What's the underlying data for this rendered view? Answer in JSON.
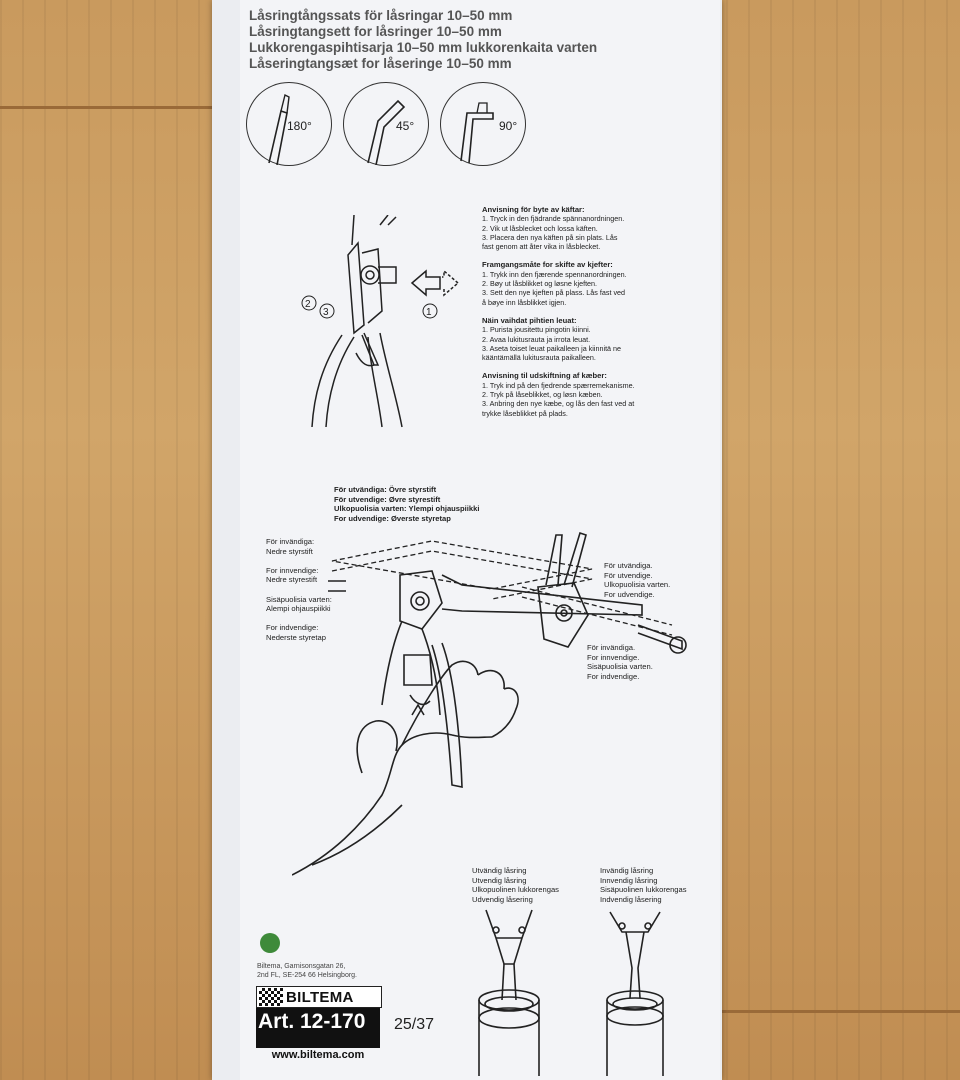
{
  "titles": [
    "Låsringtångssats för låsringar 10–50 mm",
    "Låsringtangsett for låsringer 10–50 mm",
    "Lukkorengaspihtisarja 10–50 mm lukkorenkaita varten",
    "Låseringtangsæt for låseringe 10–50 mm"
  ],
  "angles": [
    "180°",
    "45°",
    "90°"
  ],
  "callouts": [
    "2",
    "3",
    "1"
  ],
  "instructions": [
    {
      "heading": "Anvisning för byte av käftar:",
      "steps": "1. Tryck in den fjädrande spännanordningen.\n2. Vik ut låsblecket och lossa käften.\n3. Placera den nya käften på sin plats. Lås\n    fast genom att åter vika in låsblecket."
    },
    {
      "heading": "Framgangsmåte for skifte av kjefter:",
      "steps": "1. Trykk inn den fjærende spennanordningen.\n2. Bøy ut låsblikket og løsne kjeften.\n3. Sett den nye kjeften på plass. Lås fast ved\n    å bøye inn låsblikket igjen."
    },
    {
      "heading": "Näin vaihdat pihtien leuat:",
      "steps": "1. Purista jousitettu pingotin kiinni.\n2. Avaa lukitusrauta ja irrota leuat.\n3. Aseta toiset leuat paikalleen ja kiinnitä ne\n    kääntämällä lukitusrauta paikalleen."
    },
    {
      "heading": "Anvisning til udskiftning af kæber:",
      "steps": "1. Tryk ind på den fjedrende spærremekanisme.\n2. Tryk på låseblikket, og løsn kæben.\n3. Anbring den nye kæbe, og lås den fast ved at\n    trykke låseblikket på plads."
    }
  ],
  "labels": {
    "upper_pin": "För utvändiga: Övre styrstift\nFör utvendige: Øvre styrestift\nUlkopuolisia varten: Ylempi ohjauspiikki\nFor udvendige: Øverste styretap",
    "lower_pin": "För invändiga:\nNedre styrstift\n\nFor innvendige:\nNedre styrestift\n\nSisäpuolisia varten:\nAlempi ohjauspiikki\n\nFor indvendige:\nNederste styretap",
    "outer_right": "För utvändiga.\nFör utvendige.\nUlkopuolisia varten.\nFor udvendige.",
    "inner_right": "För invändiga.\nFor innvendige.\nSisäpuolisia varten.\nFor indvendige.",
    "external_ring": "Utvändig låsring\nUtvendig låsring\nUlkopuolinen lukkorengas\nUdvendig låsering",
    "internal_ring": "Invändig låsring\nInnvendig låsring\nSisäpuolinen lukkorengas\nIndvendig låsering"
  },
  "footer": {
    "address": "Biltema, Garnisonsgatan 26,\n2nd FL, SE-254 66 Helsingborg.",
    "brand": "BILTEMA",
    "article": "Art. 12-170",
    "url": "www.biltema.com",
    "page": "25/37"
  }
}
